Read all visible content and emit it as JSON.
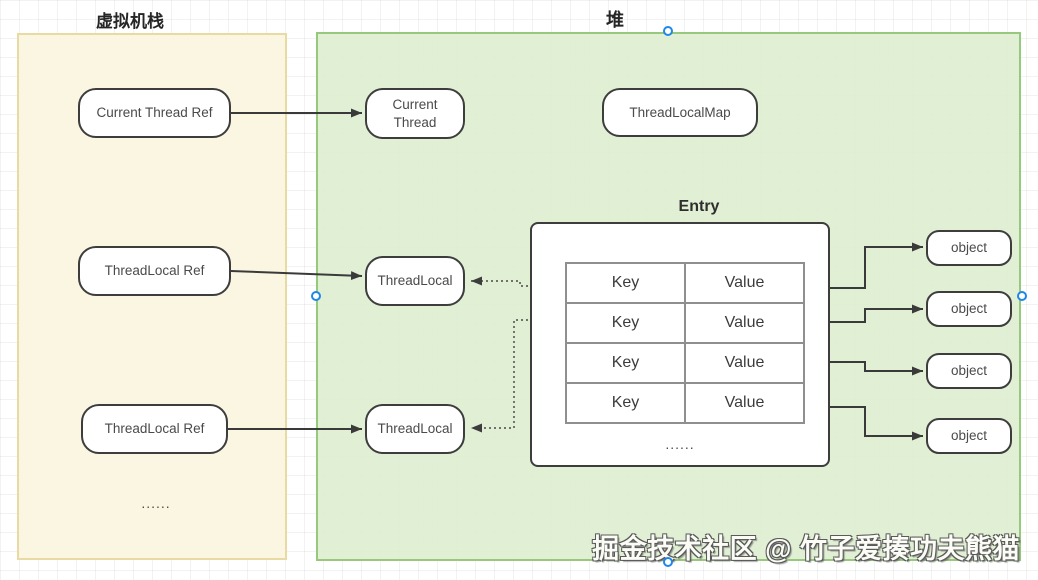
{
  "regions": {
    "stack": {
      "title": "虚拟机栈"
    },
    "heap": {
      "title": "堆"
    }
  },
  "nodes": {
    "current_thread_ref": {
      "label": "Current Thread Ref"
    },
    "threadlocal_ref_1": {
      "label": "ThreadLocal Ref"
    },
    "threadlocal_ref_2": {
      "label": "ThreadLocal Ref"
    },
    "stack_ellipsis": "......",
    "current_thread": {
      "label": "Current\nThread"
    },
    "threadlocalmap": {
      "label": "ThreadLocalMap"
    },
    "threadlocal_1": {
      "label": "ThreadLocal"
    },
    "threadlocal_2": {
      "label": "ThreadLocal"
    },
    "objects": [
      {
        "label": "object"
      },
      {
        "label": "object"
      },
      {
        "label": "object"
      },
      {
        "label": "object"
      }
    ]
  },
  "entry": {
    "title": "Entry",
    "table": {
      "rows": [
        [
          "Key",
          "Value"
        ],
        [
          "Key",
          "Value"
        ],
        [
          "Key",
          "Value"
        ],
        [
          "Key",
          "Value"
        ]
      ]
    },
    "ellipsis": "......"
  },
  "watermark": "掘金技术社区 @ 竹子爱揍功夫熊猫",
  "colors": {
    "stack_fill": "#fbf6e0",
    "stack_border": "#e9d9a2",
    "heap_fill": "#dfefd1",
    "heap_border": "#97c97c",
    "node_border": "#3d3d3d",
    "arrow": "#3a3a3a",
    "table_border": "#8f8f8f",
    "selection_handle": "#1f87e8"
  }
}
